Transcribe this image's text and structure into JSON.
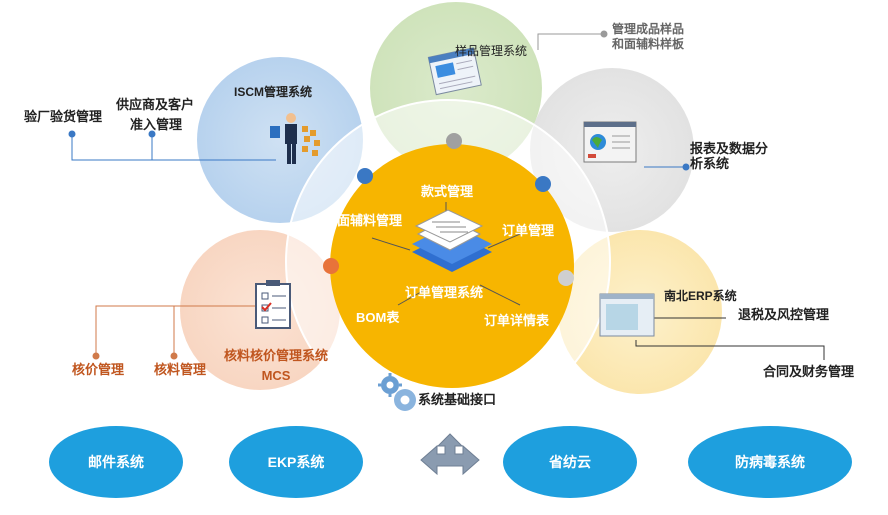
{
  "center": {
    "title": "订单管理系统",
    "modules": [
      "款式管理",
      "面辅料管理",
      "订单管理",
      "BOM表",
      "订单详情表"
    ]
  },
  "satellites": {
    "iscm": {
      "title": "ISCM管理系统",
      "items": [
        "验厂验货管理",
        "供应商及客户准入管理"
      ],
      "item2_lines": [
        "供应商及客户",
        "准入管理"
      ]
    },
    "sample": {
      "title": "样品管理系统",
      "note_lines": [
        "管理成品样品",
        "和面辅料样板"
      ]
    },
    "report": {
      "title_lines": [
        "报表及数据分",
        "析系统"
      ]
    },
    "erp": {
      "title": "南北ERP系统",
      "items": [
        "退税及风控管理",
        "合同及财务管理"
      ]
    },
    "mcs": {
      "title_lines": [
        "核料核价管理系统",
        "MCS"
      ],
      "items": [
        "核价管理",
        "核料管理"
      ]
    }
  },
  "base_interface": "系统基础接口",
  "bottom_systems": [
    "邮件系统",
    "EKP系统",
    "省纺云",
    "防病毒系统"
  ],
  "colors": {
    "center": "#f7b500",
    "blue": "#1e9fde",
    "dot_blue": "#3a78c4",
    "dot_orange": "#e8733a",
    "dot_gray": "#a0a0a0"
  }
}
